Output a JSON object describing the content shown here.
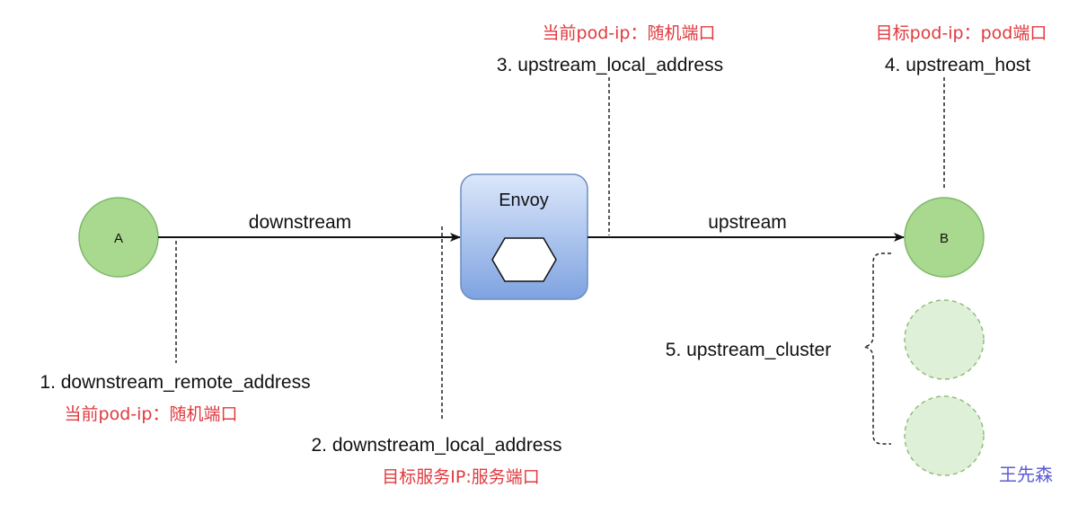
{
  "nodes": {
    "a": "A",
    "b": "B",
    "envoy": "Envoy"
  },
  "edges": {
    "downstream": "downstream",
    "upstream": "upstream"
  },
  "annotations": {
    "downstream_remote_address": {
      "field": "1. downstream_remote_address",
      "note": "当前pod-ip：随机端口"
    },
    "downstream_local_address": {
      "field": "2. downstream_local_address",
      "note": "目标服务IP:服务端口"
    },
    "upstream_local_address": {
      "field": "3. upstream_local_address",
      "note": "当前pod-ip：随机端口"
    },
    "upstream_host": {
      "field": "4. upstream_host",
      "note": "目标pod-ip：pod端口"
    },
    "upstream_cluster": {
      "field": "5. upstream_cluster"
    }
  },
  "watermark": "王先森",
  "colors": {
    "node_fill": "#a9d98e",
    "node_stroke": "#7fb86a",
    "ghost_fill": "#dff0d8",
    "envoy_top": "#dbe7fb",
    "envoy_bottom": "#7fa3e0",
    "envoy_stroke": "#6c8ebf",
    "annotation_red": "#e0393e",
    "watermark": "#5b5bd6"
  }
}
